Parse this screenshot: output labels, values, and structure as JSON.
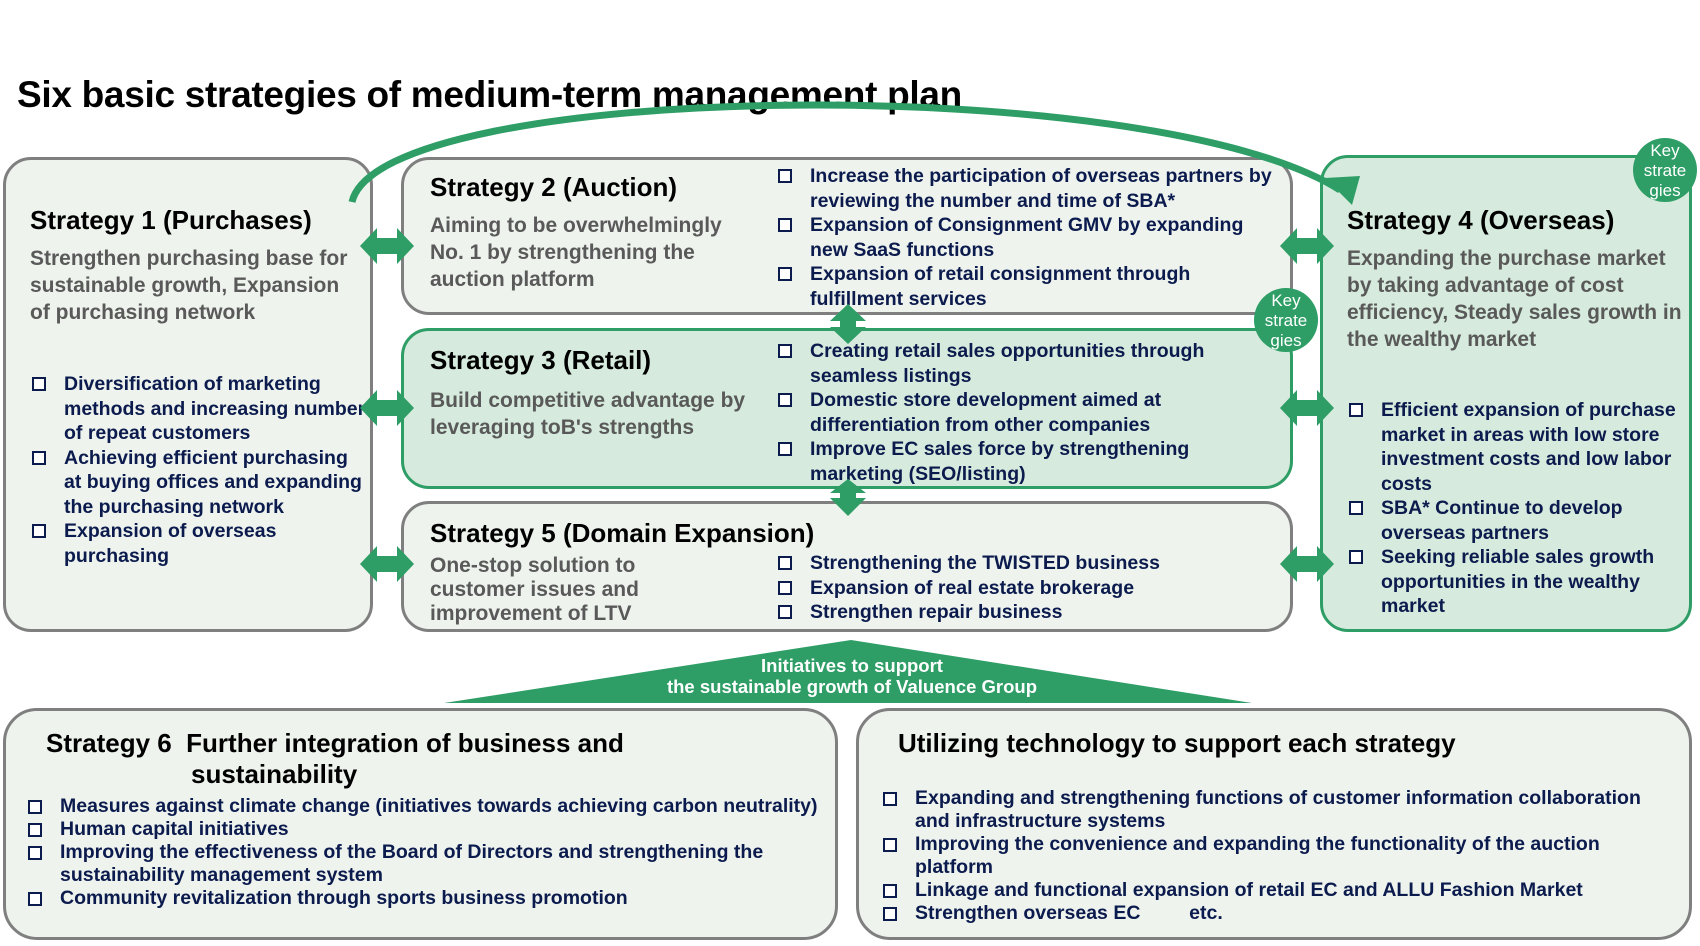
{
  "title": "Six basic strategies of medium-term management plan",
  "key_badge": "Key strate gies",
  "colors": {
    "accent_green": "#2e9e66",
    "bullet_text": "#0c1b4d",
    "desc_text": "#595959",
    "border_grey": "#7f7f7f"
  },
  "strategy1": {
    "heading": "Strategy 1 (Purchases)",
    "desc": "Strengthen purchasing base for sustainable growth, Expansion of purchasing network",
    "bullets": [
      "Diversification of marketing methods and increasing number of repeat customers",
      "Achieving efficient purchasing at buying offices and expanding the purchasing network",
      "Expansion of overseas purchasing"
    ]
  },
  "strategy2": {
    "heading": "Strategy 2 (Auction)",
    "desc": "Aiming to be overwhelmingly No. 1 by strengthening the auction platform",
    "bullets": [
      "Increase the participation of overseas partners by reviewing the number and time of SBA*",
      "Expansion of Consignment GMV by expanding new SaaS functions",
      "Expansion of retail consignment through fulfillment services"
    ]
  },
  "strategy3": {
    "heading": "Strategy 3 (Retail)",
    "desc": "Build competitive advantage by leveraging toB's strengths",
    "bullets": [
      "Creating retail sales opportunities through seamless listings",
      "Domestic store development aimed at differentiation from other companies",
      "Improve EC sales force by strengthening marketing (SEO/listing)"
    ]
  },
  "strategy4": {
    "heading": "Strategy 4 (Overseas)",
    "desc": "Expanding the purchase market by taking advantage of cost efficiency, Steady sales growth in the wealthy market",
    "bullets": [
      "Efficient expansion of purchase market in areas with low store investment costs and low labor costs",
      "SBA* Continue to develop overseas partners",
      "Seeking reliable sales growth opportunities in the wealthy market"
    ]
  },
  "strategy5": {
    "heading": "Strategy 5 (Domain Expansion)",
    "desc": "One-stop solution to customer issues and improvement of LTV",
    "bullets": [
      "Strengthening the TWISTED business",
      "Expansion of real estate brokerage",
      "Strengthen repair business"
    ]
  },
  "support_banner": {
    "line1": "Initiatives to support",
    "line2": "the sustainable growth of Valuence Group"
  },
  "strategy6": {
    "heading_line1": "Strategy 6  Further integration of business and",
    "heading_line2": "sustainability",
    "bullets": [
      "Measures against climate change (initiatives towards achieving carbon neutrality)",
      "Human capital initiatives",
      "Improving the effectiveness of the Board of Directors and strengthening the sustainability management system",
      "Community revitalization through sports business promotion"
    ]
  },
  "technology": {
    "heading": "Utilizing technology to support each strategy",
    "bullets": [
      "Expanding and strengthening functions of customer information collaboration and infrastructure systems",
      "Improving the convenience and expanding the functionality of the auction platform",
      "Linkage and functional expansion of retail EC and ALLU Fashion Market",
      "Strengthen overseas EC         etc."
    ]
  }
}
